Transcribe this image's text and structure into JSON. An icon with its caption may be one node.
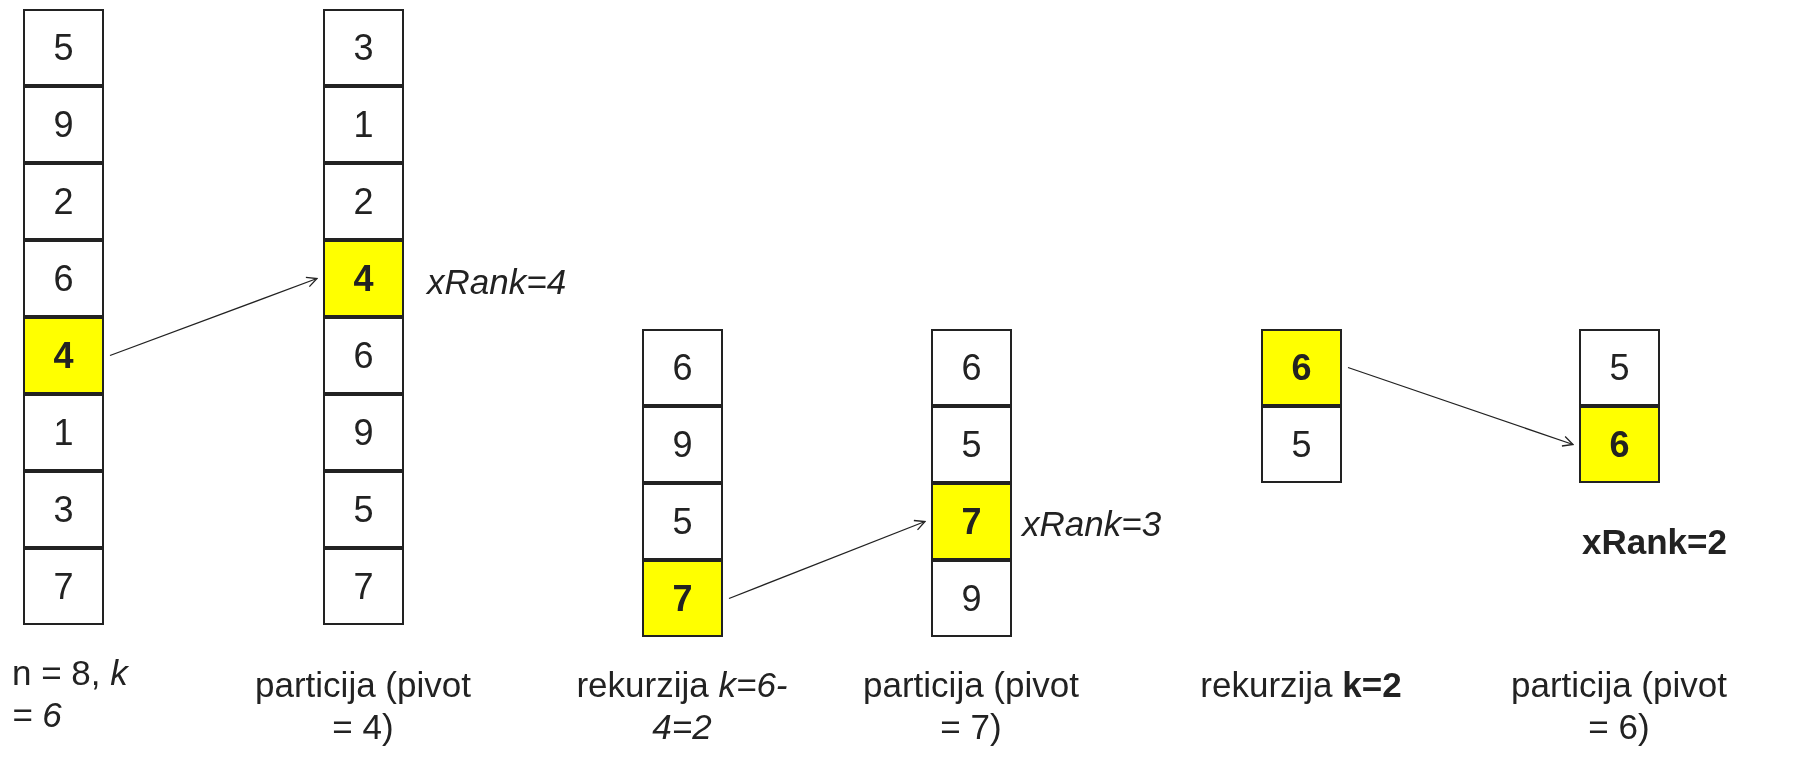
{
  "diagram": {
    "nodes": [
      {
        "text": [
          "5"
        ]
      },
      {
        "text": [
          "9"
        ]
      },
      {
        "text": [
          "2"
        ]
      },
      {
        "text": [
          "6"
        ]
      },
      {
        "text": [
          "4"
        ]
      },
      {
        "text": [
          "1"
        ]
      },
      {
        "text": [
          "3"
        ]
      },
      {
        "text": [
          "7"
        ]
      },
      {
        "text": [
          "3"
        ]
      },
      {
        "text": [
          "1"
        ]
      },
      {
        "text": [
          "2"
        ]
      },
      {
        "text": [
          "4"
        ],
        "beside": [
          "xRank=4"
        ]
      },
      {
        "text": [
          "6"
        ]
      },
      {
        "text": [
          "9"
        ]
      },
      {
        "text": [
          "5"
        ]
      },
      {
        "text": [
          "7"
        ]
      },
      {
        "text": [
          "6"
        ]
      },
      {
        "text": [
          "9"
        ]
      },
      {
        "text": [
          "5"
        ]
      },
      {
        "text": [
          "7"
        ]
      },
      {
        "text": [
          "6"
        ]
      },
      {
        "text": [
          "5"
        ]
      },
      {
        "text": [
          "7"
        ],
        "beside": [
          "xRank=3"
        ]
      },
      {
        "text": [
          "9"
        ]
      },
      {
        "text": [
          "6"
        ]
      },
      {
        "text": [
          "5"
        ]
      },
      {
        "text": [
          "5"
        ]
      },
      {
        "text": [
          "6"
        ],
        "beside": [
          "xRank=2"
        ]
      }
    ],
    "edges": [
      {
        "from": 4,
        "to": 11,
        "arrow": "to"
      },
      {
        "from": 19,
        "to": 22,
        "arrow": "to"
      },
      {
        "from": 24,
        "to": 27,
        "arrow": "to"
      }
    ],
    "labels": [
      "n = 8, *k = 6*",
      "particija (pivot = 4)",
      "rekurzija *k=6-4=2*",
      "particija (pivot = 7)",
      "rekurzija **k=2**",
      "particija (pivot = 6)"
    ]
  }
}
